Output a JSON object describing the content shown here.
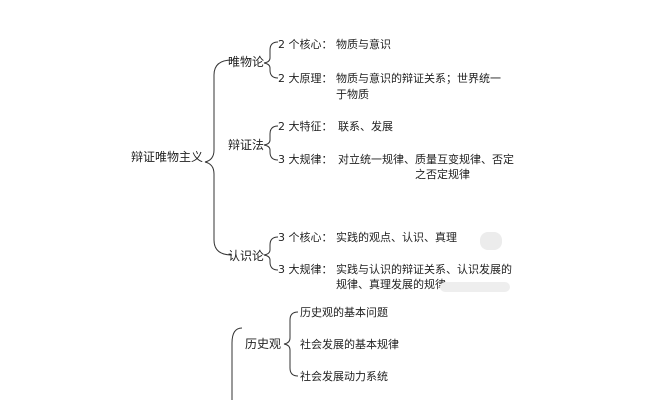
{
  "root": {
    "label": "辩证唯物主义"
  },
  "branches": [
    {
      "label": "唯物论",
      "items": [
        {
          "label": "2 个核心：",
          "value": "物质与意识"
        },
        {
          "label": "2 大原理：",
          "value": "物质与意识的辩证关系；世界统一",
          "value_cont": "于物质"
        }
      ]
    },
    {
      "label": "辩证法",
      "items": [
        {
          "label": "2 大特征：",
          "value": "联系、发展"
        },
        {
          "label": "3 大规律：",
          "value": "对立统一规律、质量互变规律、否定",
          "value_cont": "之否定规律"
        }
      ]
    },
    {
      "label": "认识论",
      "items": [
        {
          "label": "3 个核心：",
          "value": "实践的观点、认识、真理"
        },
        {
          "label": "3 大规律：",
          "value": "实践与认识的辩证关系、认识发展的",
          "value_cont": "规律、真理发展的规律"
        }
      ]
    }
  ],
  "second": {
    "label": "历史观",
    "items": [
      "历史观的基本问题",
      "社会发展的基本规律",
      "社会发展动力系统"
    ]
  }
}
